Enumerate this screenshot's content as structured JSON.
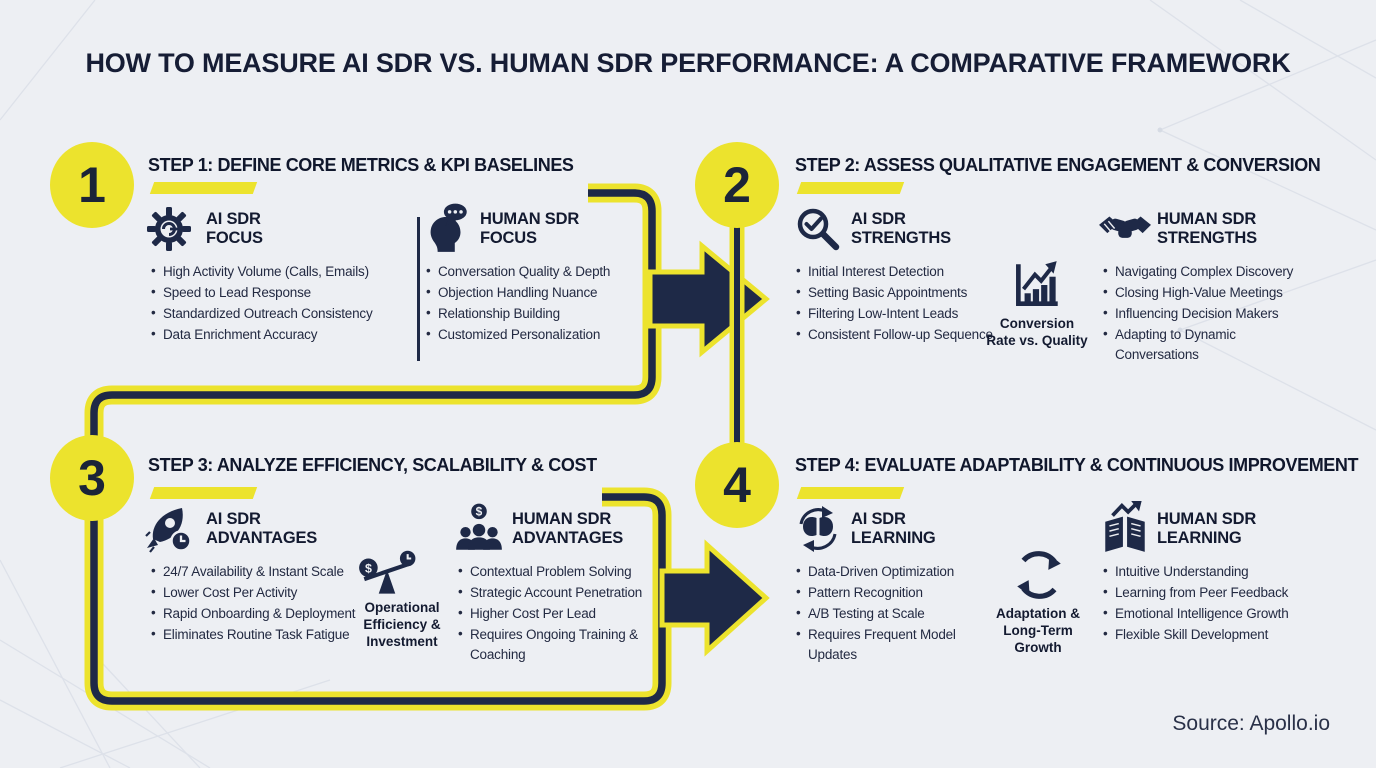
{
  "title": "HOW TO MEASURE AI SDR VS. HUMAN SDR PERFORMANCE: A COMPARATIVE FRAMEWORK",
  "source_label": "Source: Apollo.io",
  "colors": {
    "yellow": "#ece32d",
    "navy": "#1e2947",
    "background": "#edeff3"
  },
  "steps": [
    {
      "number": "1",
      "title": "STEP 1: DEFINE CORE METRICS & KPI BASELINES",
      "left": {
        "icon": "ai-gear-icon",
        "heading": "AI SDR\nFOCUS",
        "items": [
          "High Activity Volume (Calls, Emails)",
          "Speed to Lead Response",
          "Standardized Outreach Consistency",
          "Data Enrichment Accuracy"
        ]
      },
      "right": {
        "icon": "human-head-chat-icon",
        "heading": "HUMAN SDR\nFOCUS",
        "items": [
          "Conversation Quality & Depth",
          "Objection Handling Nuance",
          "Relationship Building",
          "Customized Personalization"
        ]
      }
    },
    {
      "number": "2",
      "title": "STEP 2: ASSESS QUALITATIVE ENGAGEMENT & CONVERSION",
      "left": {
        "icon": "magnifier-check-icon",
        "heading": "AI SDR\nSTRENGTHS",
        "items": [
          "Initial Interest Detection",
          "Setting Basic Appointments",
          "Filtering Low-Intent Leads",
          "Consistent Follow-up Sequence"
        ]
      },
      "center": {
        "icon": "conversion-chart-icon",
        "caption": "Conversion\nRate vs. Quality"
      },
      "right": {
        "icon": "handshake-icon",
        "heading": "HUMAN SDR\nSTRENGTHS",
        "items": [
          "Navigating Complex Discovery",
          "Closing High-Value Meetings",
          "Influencing Decision Makers",
          "Adapting to Dynamic Conversations"
        ]
      }
    },
    {
      "number": "3",
      "title": "STEP 3: ANALYZE EFFICIENCY, SCALABILITY & COST",
      "left": {
        "icon": "rocket-clock-icon",
        "heading": "AI SDR\nADVANTAGES",
        "items": [
          "24/7 Availability & Instant Scale",
          "Lower Cost Per Activity",
          "Rapid Onboarding & Deployment",
          "Eliminates Routine Task Fatigue"
        ]
      },
      "center": {
        "icon": "balance-scale-icon",
        "caption": "Operational\nEfficiency &\nInvestment"
      },
      "right": {
        "icon": "team-dollar-icon",
        "heading": "HUMAN SDR\nADVANTAGES",
        "items": [
          "Contextual Problem Solving",
          "Strategic Account Penetration",
          "Higher Cost Per Lead",
          "Requires Ongoing Training & Coaching"
        ]
      }
    },
    {
      "number": "4",
      "title": "STEP 4: EVALUATE ADAPTABILITY & CONTINUOUS IMPROVEMENT",
      "left": {
        "icon": "brain-refresh-icon",
        "heading": "AI SDR\nLEARNING",
        "items": [
          "Data-Driven Optimization",
          "Pattern Recognition",
          "A/B Testing at Scale",
          "Requires Frequent Model Updates"
        ]
      },
      "center": {
        "icon": "cycle-arrows-icon",
        "caption": "Adaptation &\nLong-Term\nGrowth"
      },
      "right": {
        "icon": "book-growth-icon",
        "heading": "HUMAN SDR\nLEARNING",
        "items": [
          "Intuitive Understanding",
          "Learning from Peer Feedback",
          "Emotional Intelligence Growth",
          "Flexible Skill Development"
        ]
      }
    }
  ]
}
